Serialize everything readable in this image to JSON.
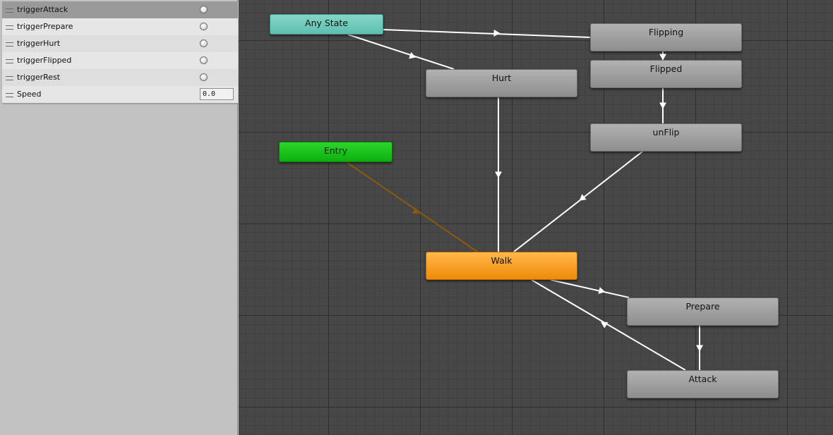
{
  "parameters": [
    {
      "name": "triggerAttack",
      "type": "trigger"
    },
    {
      "name": "triggerPrepare",
      "type": "trigger"
    },
    {
      "name": "triggerHurt",
      "type": "trigger"
    },
    {
      "name": "triggerFlipped",
      "type": "trigger"
    },
    {
      "name": "triggerRest",
      "type": "trigger"
    },
    {
      "name": "Speed",
      "type": "float",
      "value": "0.0"
    }
  ],
  "states": {
    "any_state": "Any State",
    "entry": "Entry",
    "hurt": "Hurt",
    "flipping": "Flipping",
    "flipped": "Flipped",
    "unflip": "unFlip",
    "walk": "Walk",
    "prepare": "Prepare",
    "attack": "Attack"
  },
  "transitions": [
    {
      "from": "Any State",
      "to": "Flipping"
    },
    {
      "from": "Any State",
      "to": "Hurt"
    },
    {
      "from": "Flipping",
      "to": "Flipped"
    },
    {
      "from": "Flipped",
      "to": "unFlip"
    },
    {
      "from": "unFlip",
      "to": "Walk"
    },
    {
      "from": "Hurt",
      "to": "Walk"
    },
    {
      "from": "Entry",
      "to": "Walk",
      "default": true
    },
    {
      "from": "Walk",
      "to": "Prepare"
    },
    {
      "from": "Prepare",
      "to": "Attack"
    },
    {
      "from": "Attack",
      "to": "Walk"
    }
  ],
  "colors": {
    "any_state": "#6fcabb",
    "entry": "#1ec21e",
    "default_state": "#f8a025",
    "state": "#9e9e9e",
    "transition": "#ffffff",
    "default_transition": "#8a5a10",
    "canvas": "#474747"
  },
  "icons": {
    "drag_handle": "drag-handle-icon",
    "trigger": "trigger-radio-icon"
  }
}
